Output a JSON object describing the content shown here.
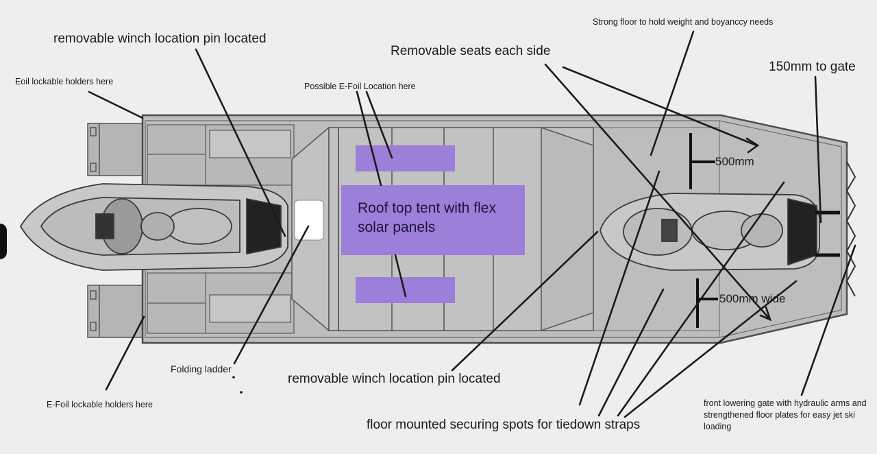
{
  "labels": {
    "winch_pin_top": "removable winch location pin located",
    "eoil_holders_top": "Eoil lockable holders here",
    "efoil_location": "Possible E-Foil Location here",
    "removable_seats": "Removable seats each side",
    "strong_floor": "Strong floor to hold weight and boyanccy needs",
    "gate_gap": "150mm to gate",
    "width_500": "500mm",
    "width_500_wide": "500mm wide",
    "tent": "Roof top tent with flex solar panels",
    "folding_ladder": "Folding ladder",
    "winch_pin_bottom": "removable winch location pin located",
    "efoil_holders_bottom": "E-Foil lockable holders here",
    "tiedown_spots": "floor mounted securing spots for tiedown straps",
    "front_gate": "front lowering gate with hydraulic arms and strengthened floor plates for easy jet ski loading"
  },
  "colors": {
    "background": "#eeeeee",
    "hull": "#b9b9b9",
    "hull_outline": "#555555",
    "jetski": "#c4c4c4",
    "solar_panel": "#9b7fd8",
    "tent_box": "#9b7fd8",
    "leader_line": "#1a1a1a"
  },
  "icons": [
    "arrow-head-icon",
    "window-icon",
    "tab-handle-icon"
  ]
}
